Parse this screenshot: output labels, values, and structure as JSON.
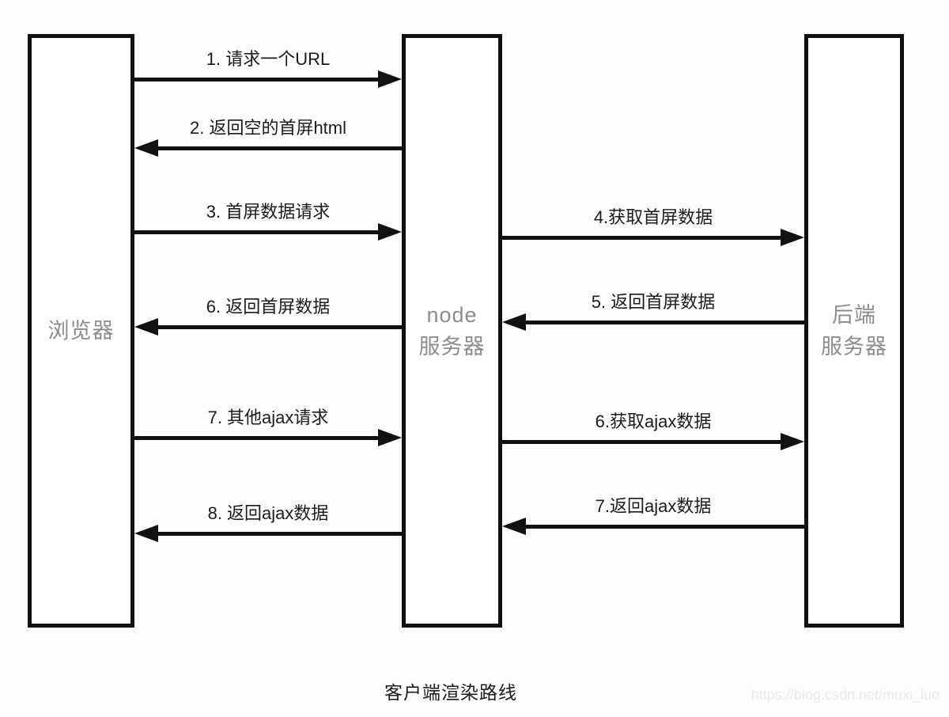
{
  "diagram": {
    "caption": "客户端渲染路线",
    "watermark": "https://blog.csdn.net/muxi_luo",
    "actors": {
      "browser": {
        "line1": "浏览器",
        "line2": ""
      },
      "node": {
        "line1": "node",
        "line2": "服务器"
      },
      "backend": {
        "line1": "后端",
        "line2": "服务器"
      }
    },
    "messages_browser_node": [
      {
        "label": "1. 请求一个URL",
        "direction": "right",
        "from": "浏览器",
        "to": "node服务器"
      },
      {
        "label": "2. 返回空的首屏html",
        "direction": "left",
        "from": "node服务器",
        "to": "浏览器"
      },
      {
        "label": "3. 首屏数据请求",
        "direction": "right",
        "from": "浏览器",
        "to": "node服务器"
      },
      {
        "label": "6. 返回首屏数据",
        "direction": "left",
        "from": "node服务器",
        "to": "浏览器"
      },
      {
        "label": "7. 其他ajax请求",
        "direction": "right",
        "from": "浏览器",
        "to": "node服务器"
      },
      {
        "label": "8. 返回ajax数据",
        "direction": "left",
        "from": "node服务器",
        "to": "浏览器"
      }
    ],
    "messages_node_backend": [
      {
        "label": "4.获取首屏数据",
        "direction": "right",
        "from": "node服务器",
        "to": "后端服务器"
      },
      {
        "label": "5. 返回首屏数据",
        "direction": "left",
        "from": "后端服务器",
        "to": "node服务器"
      },
      {
        "label": "6.获取ajax数据",
        "direction": "right",
        "from": "node服务器",
        "to": "后端服务器"
      },
      {
        "label": "7.返回ajax数据",
        "direction": "left",
        "from": "后端服务器",
        "to": "node服务器"
      }
    ],
    "colors": {
      "line": "#111111",
      "actor_text": "#8c8c8c",
      "label_text": "#1b1b1b",
      "watermark": "#eaeaea",
      "background": "#fdfdfd"
    }
  }
}
